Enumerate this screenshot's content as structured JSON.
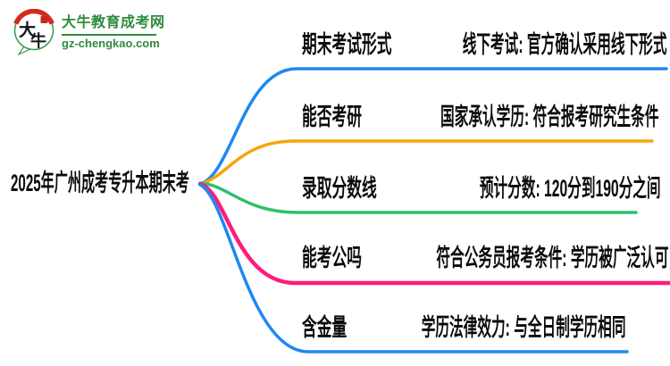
{
  "brand": {
    "logo_char_1": "大",
    "logo_char_2": "牛",
    "site_name": "大牛教育成考网",
    "site_url": "gz-chengkao.com",
    "green": "#2e8b3d",
    "red": "#d7281e",
    "seal_red": "#c4281e"
  },
  "central_topic": {
    "title": "2025年广州成考专升本期末考",
    "text_color": "#0b0b0b"
  },
  "branches": [
    {
      "label": "期末考试形式",
      "value": "线下考试: 官方确认采用线下形式",
      "color": "#1e88f2"
    },
    {
      "label": "能否考研",
      "value": "国家承认学历: 符合报考研究生条件",
      "color": "#f7a50a"
    },
    {
      "label": "录取分数线",
      "value": "预计分数: 120分到190分之间",
      "color": "#2ec06c"
    },
    {
      "label": "能考公吗",
      "value": "符合公务员报考条件: 学历被广泛认可",
      "color": "#ff1d7c"
    },
    {
      "label": "含金量",
      "value": "学历法律效力: 与全日制学历相同",
      "color": "#1e88f2"
    }
  ]
}
